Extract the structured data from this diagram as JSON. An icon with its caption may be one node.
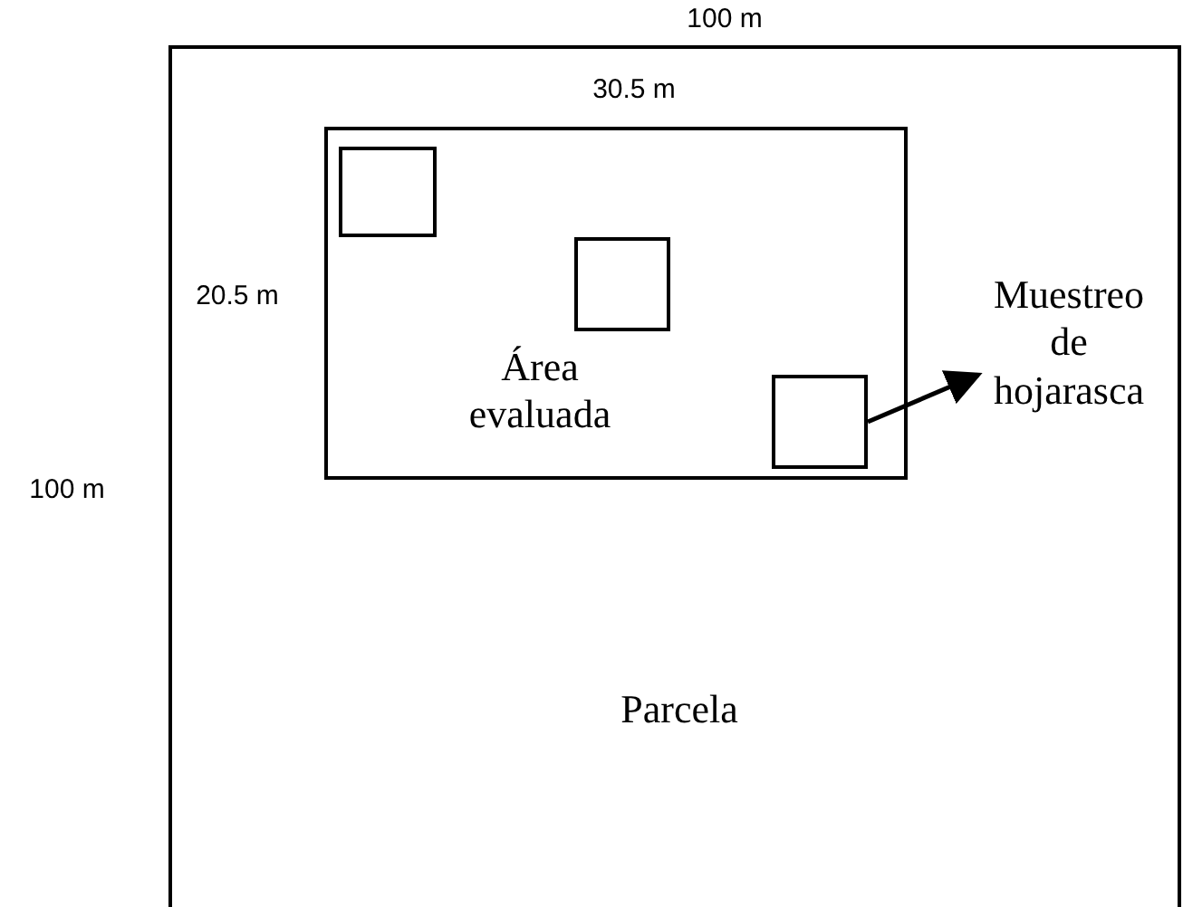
{
  "diagram": {
    "nodes": [
      {
        "text": [
          "Parcela"
        ]
      },
      {
        "text": [
          "Área evaluada"
        ],
        "in": 0
      },
      {
        "text": [],
        "shape": "box",
        "in": 1
      },
      {
        "text": [],
        "shape": "box",
        "in": 1
      },
      {
        "text": [],
        "shape": "box",
        "in": 1
      },
      {
        "text": [
          "Muestreo de hojarasca"
        ],
        "in": 0
      }
    ],
    "edges": [
      {
        "from": 4,
        "to": 5,
        "arrow": "to"
      }
    ],
    "labels": [
      "100 m",
      "30.5 m",
      "20.5 m",
      "100 m"
    ]
  }
}
